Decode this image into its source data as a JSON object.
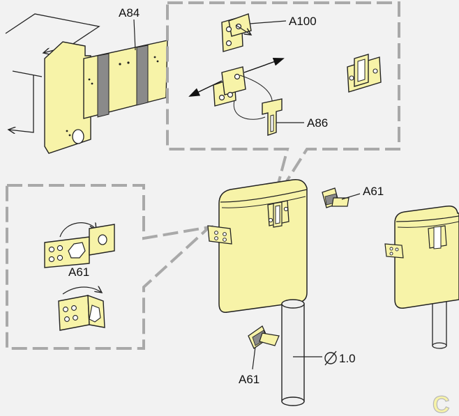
{
  "labels": {
    "a84": "A84",
    "a100": "A100",
    "a86": "A86",
    "a61_left": "A61",
    "a61_right": "A61",
    "a61_bottom": "A61",
    "diameter": "1.0"
  },
  "corner_badge": "C",
  "colors": {
    "part_fill": "#f7f3a8",
    "part_stroke": "#222222",
    "callout_stroke": "#a9a9a9",
    "background": "#f2f2f2",
    "tape_gray": "#8a8a8a",
    "pipe_fill": "#efefef"
  }
}
